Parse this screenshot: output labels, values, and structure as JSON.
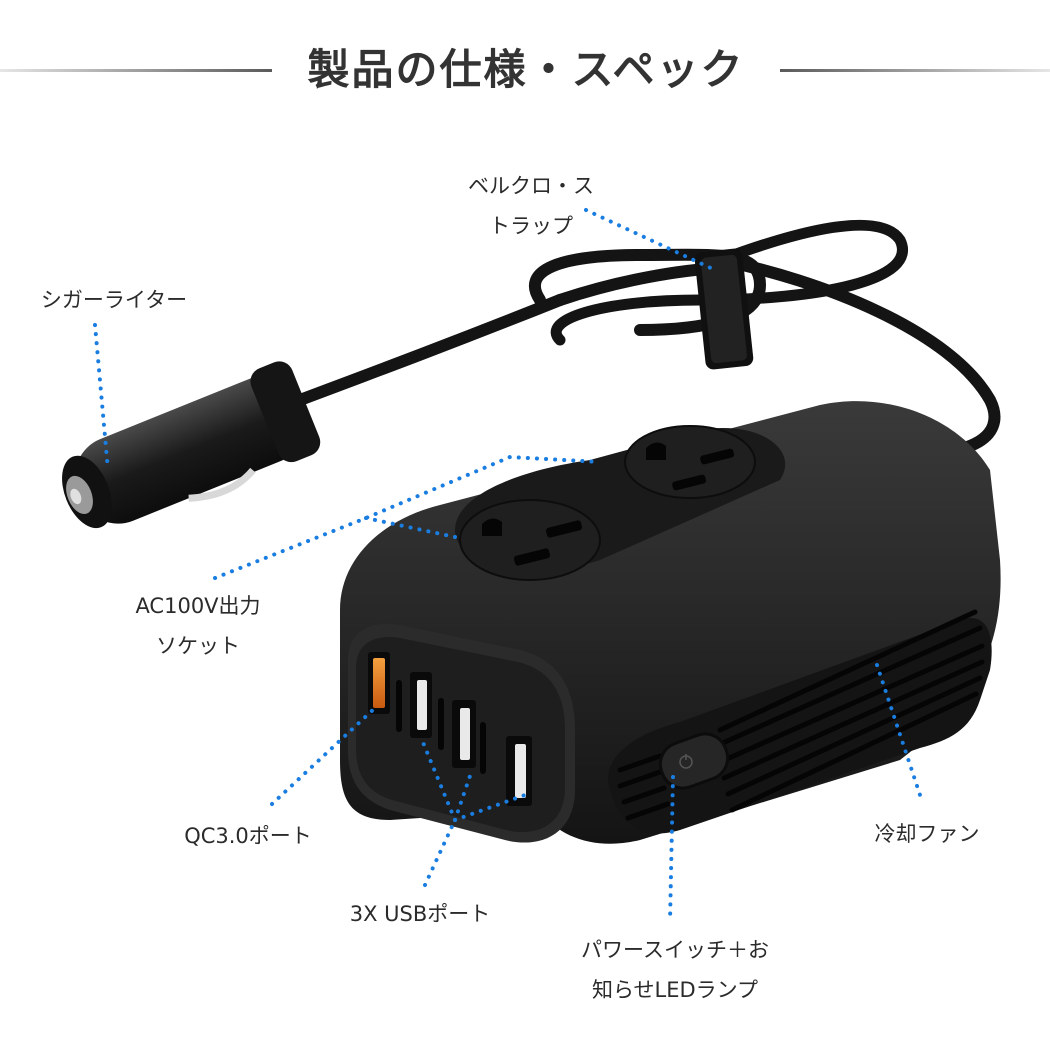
{
  "header": {
    "title": "製品の仕様・スペック"
  },
  "colors": {
    "leader_dots": "#1a7de0",
    "device_body": "#1c1c1c",
    "qc_port_accent": "#f08a24",
    "title_text": "#333333"
  },
  "callouts": [
    {
      "id": "velcro-strap",
      "lines": [
        "ベルクロ・ス",
        "トラップ"
      ]
    },
    {
      "id": "cigarette-lighter",
      "lines": [
        "シガーライター"
      ]
    },
    {
      "id": "ac-outlet",
      "lines": [
        "AC100V出力",
        "ソケット"
      ]
    },
    {
      "id": "qc-port",
      "lines": [
        "QC3.0ポート"
      ]
    },
    {
      "id": "usb-ports",
      "lines": [
        "3X USBポート"
      ]
    },
    {
      "id": "cooling-fan",
      "lines": [
        "冷却ファン"
      ]
    },
    {
      "id": "power-switch",
      "lines": [
        "パワースイッチ＋お",
        "知らせLEDランプ"
      ]
    }
  ]
}
